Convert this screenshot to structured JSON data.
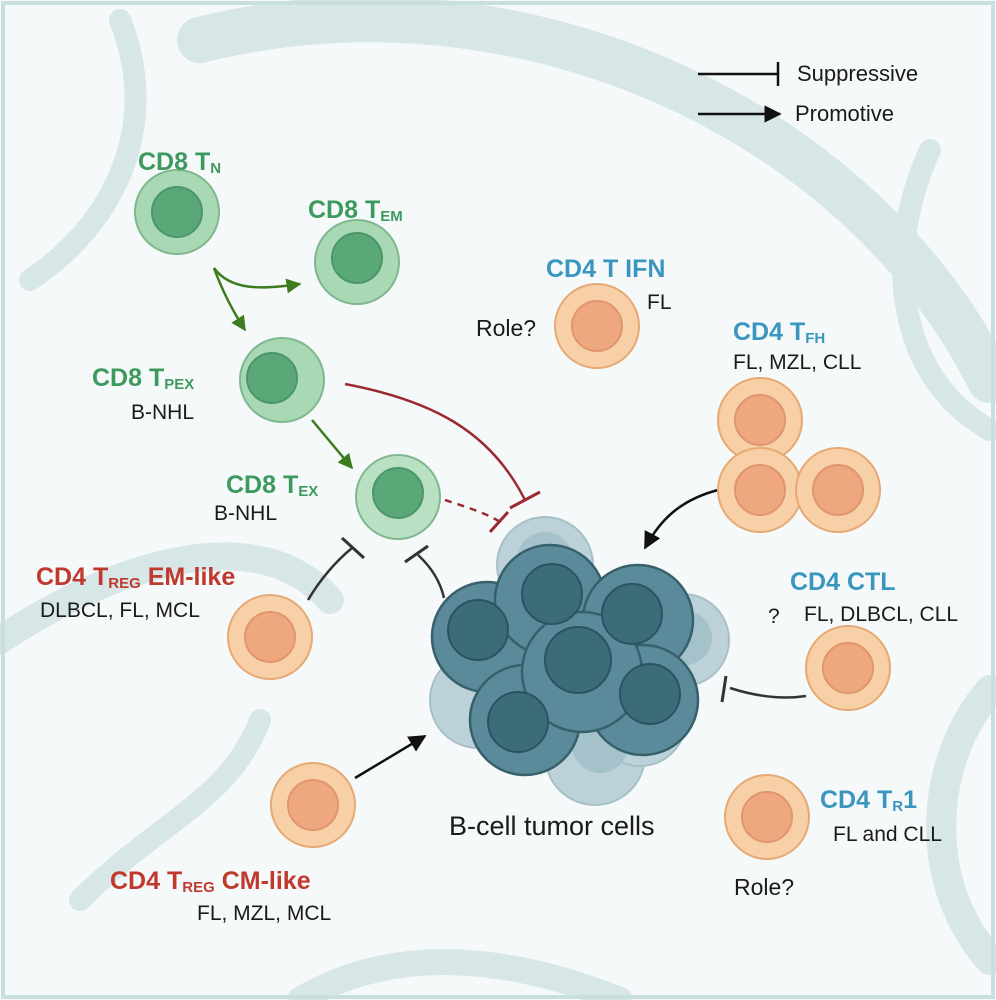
{
  "legend": {
    "suppressive": "Suppressive",
    "promotive": "Promotive"
  },
  "cells": {
    "cd8_tn": {
      "main": "CD8 T",
      "sub": "N"
    },
    "cd8_tem": {
      "main": "CD8 T",
      "sub": "EM"
    },
    "cd8_tpex": {
      "main": "CD8 T",
      "sub": "PEX",
      "disease": "B-NHL"
    },
    "cd8_tex": {
      "main": "CD8 T",
      "sub": "EX",
      "disease": "B-NHL"
    },
    "cd4_t_ifn": {
      "main": "CD4 T IFN",
      "disease": "FL",
      "role": "Role?"
    },
    "cd4_tfh": {
      "main": "CD4 T",
      "sub": "FH",
      "disease": "FL, MZL, CLL"
    },
    "cd4_ctl": {
      "main": "CD4 CTL",
      "disease": "FL, DLBCL, CLL",
      "question": "?"
    },
    "cd4_tr1": {
      "main": "CD4 T",
      "sub": "R",
      "suffix": "1",
      "disease": "FL and CLL",
      "role": "Role?"
    },
    "cd4_treg_em": {
      "main": "CD4 T",
      "sub": "REG",
      "suffix": " EM-like",
      "disease": "DLBCL, FL, MCL"
    },
    "cd4_treg_cm": {
      "main": "CD4 T",
      "sub": "REG",
      "suffix": " CM-like",
      "disease": "FL, MZL, MCL"
    }
  },
  "tumor": {
    "label": "B-cell tumor cells"
  },
  "colors": {
    "green_text": "#3d9a5e",
    "red_text": "#c0392f",
    "blue_text": "#3a96bf",
    "green_arrow": "#3e7a1e",
    "dark_red_inhibit": "#9b2a33",
    "tumor_cell": "#5b8b9a"
  }
}
